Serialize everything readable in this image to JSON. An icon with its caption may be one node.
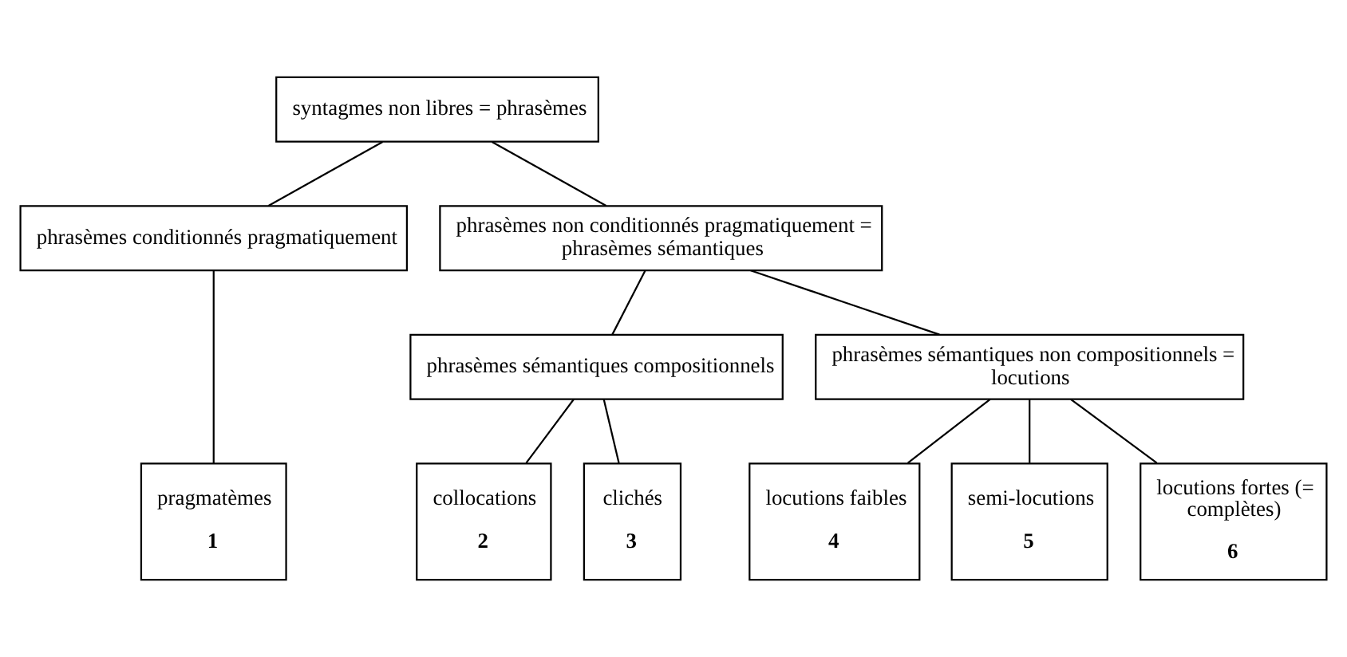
{
  "diagram": {
    "nodes": [
      {
        "text": [
          "syntagmes non libres = phrasèmes"
        ]
      },
      {
        "text": [
          "phrasèmes conditionnés pragmatiquement"
        ]
      },
      {
        "text": [
          "phrasèmes non conditionnés pragmatiquement = phrasèmes sémantiques"
        ]
      },
      {
        "text": [
          "phrasèmes sémantiques compositionnels"
        ]
      },
      {
        "text": [
          "phrasèmes sémantiques non compositionnels = locutions"
        ]
      },
      {
        "text": [
          "pragmatèmes",
          "1"
        ]
      },
      {
        "text": [
          "collocations",
          "2"
        ]
      },
      {
        "text": [
          "clichés",
          "3"
        ]
      },
      {
        "text": [
          "locutions faibles",
          "4"
        ]
      },
      {
        "text": [
          "semi-locutions",
          "5"
        ]
      },
      {
        "text": [
          "locutions fortes (= complètes)",
          "6"
        ]
      }
    ],
    "edges": [
      {
        "from": 0,
        "to": 1,
        "arrow": "none"
      },
      {
        "from": 0,
        "to": 2,
        "arrow": "none"
      },
      {
        "from": 1,
        "to": 5,
        "arrow": "none"
      },
      {
        "from": 2,
        "to": 3,
        "arrow": "none"
      },
      {
        "from": 2,
        "to": 4,
        "arrow": "none"
      },
      {
        "from": 3,
        "to": 6,
        "arrow": "none"
      },
      {
        "from": 3,
        "to": 7,
        "arrow": "none"
      },
      {
        "from": 4,
        "to": 8,
        "arrow": "none"
      },
      {
        "from": 4,
        "to": 9,
        "arrow": "none"
      },
      {
        "from": 4,
        "to": 10,
        "arrow": "none"
      }
    ]
  }
}
